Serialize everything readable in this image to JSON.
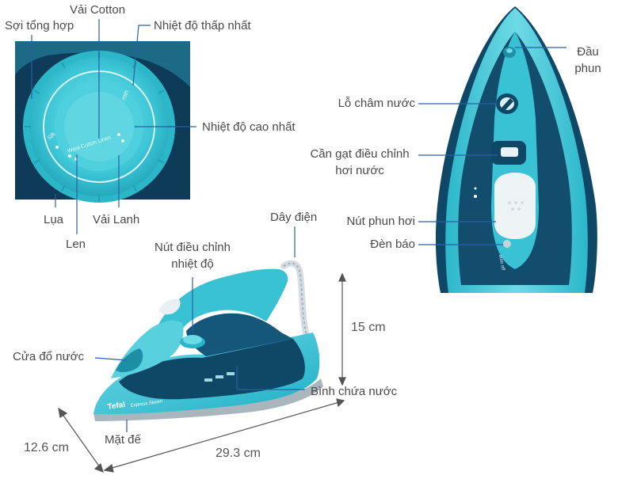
{
  "dial_labels": {
    "synthetic": "Sợi tổng hợp",
    "cotton": "Vải Cotton",
    "min_temp": "Nhiệt độ thấp nhất",
    "max_temp": "Nhiệt độ cao nhất",
    "silk": "Lụa",
    "linen": "Vải Lanh",
    "wool": "Len"
  },
  "dial_face": {
    "wool_cotton_linen": "Wool  Cotton  Linen",
    "silk": "Silk",
    "min": "min"
  },
  "iron_labels": {
    "power_cord": "Dây điện",
    "temp_knob_line1": "Nút điều chỉnh",
    "temp_knob_line2": "nhiệt độ",
    "water_inlet": "Cửa đổ nước",
    "water_tank": "Bình chứa nước",
    "soleplate": "Mặt đế"
  },
  "top_labels": {
    "nozzle_line1": "Đầu",
    "nozzle_line2": "phun",
    "water_fill_hole": "Lỗ châm nước",
    "steam_lever_line1": "Cần gạt điều chỉnh",
    "steam_lever_line2": "hơi nước",
    "steam_button": "Nút phun hơi",
    "indicator_light": "Đèn báo",
    "auto_off": "auto off"
  },
  "brand": {
    "name": "Tefal",
    "model": "Express Steam"
  },
  "dimensions": {
    "height": "15 cm",
    "length": "29.3 cm",
    "width": "12.6 cm"
  },
  "colors": {
    "teal": "#39c2d3",
    "teal_light": "#7fdbe6",
    "navy": "#0f4766",
    "line": "#2a5fa8"
  }
}
